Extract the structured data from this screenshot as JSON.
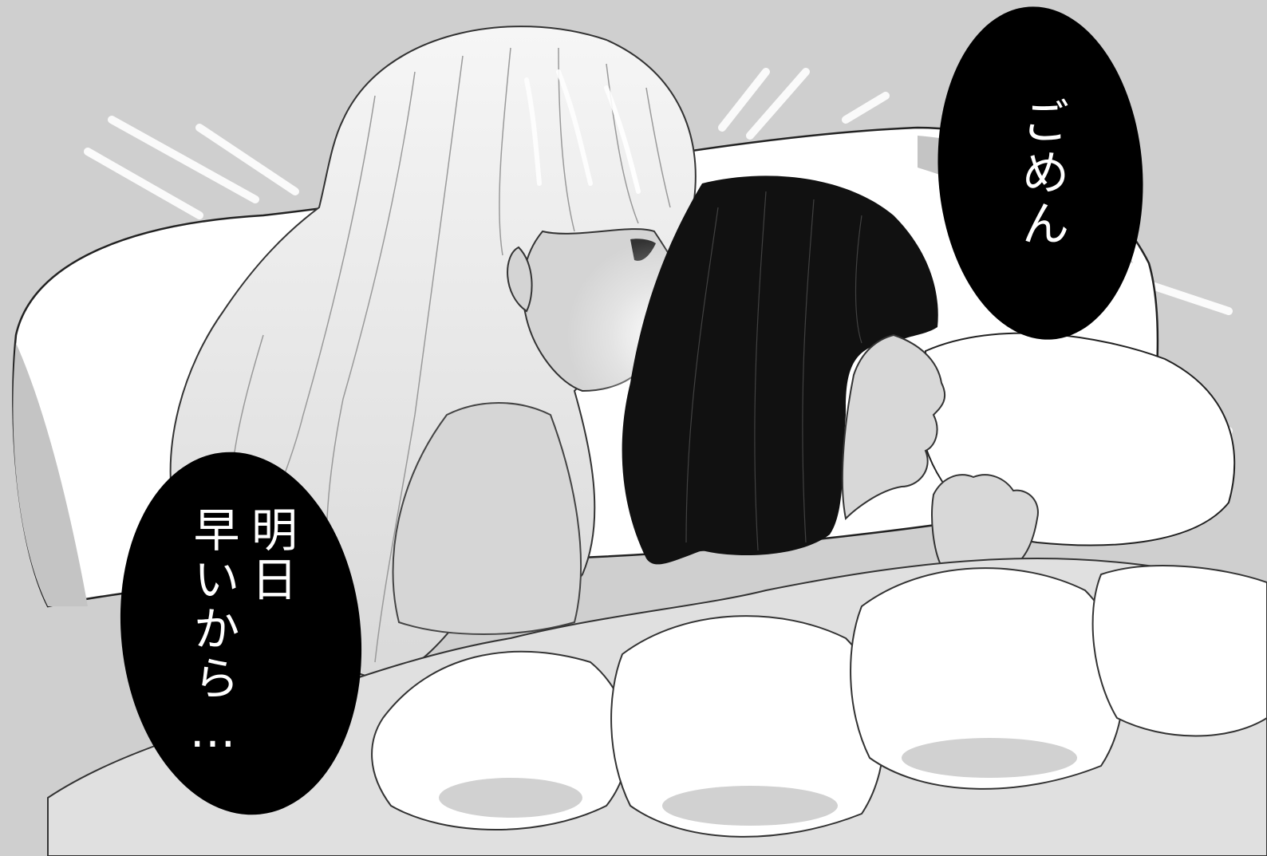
{
  "balloons": {
    "top_right": {
      "text": "ごめん"
    },
    "bottom_left": {
      "line1": "明日",
      "line2": "早いから…"
    }
  },
  "colors": {
    "background": "#cfcfcf",
    "bedding": "#ffffff",
    "shadow": "#b9b9b9",
    "balloon": "#000000",
    "dark_hair": "#111111"
  },
  "illustration": {
    "icon": "manga-panel-illustration"
  }
}
